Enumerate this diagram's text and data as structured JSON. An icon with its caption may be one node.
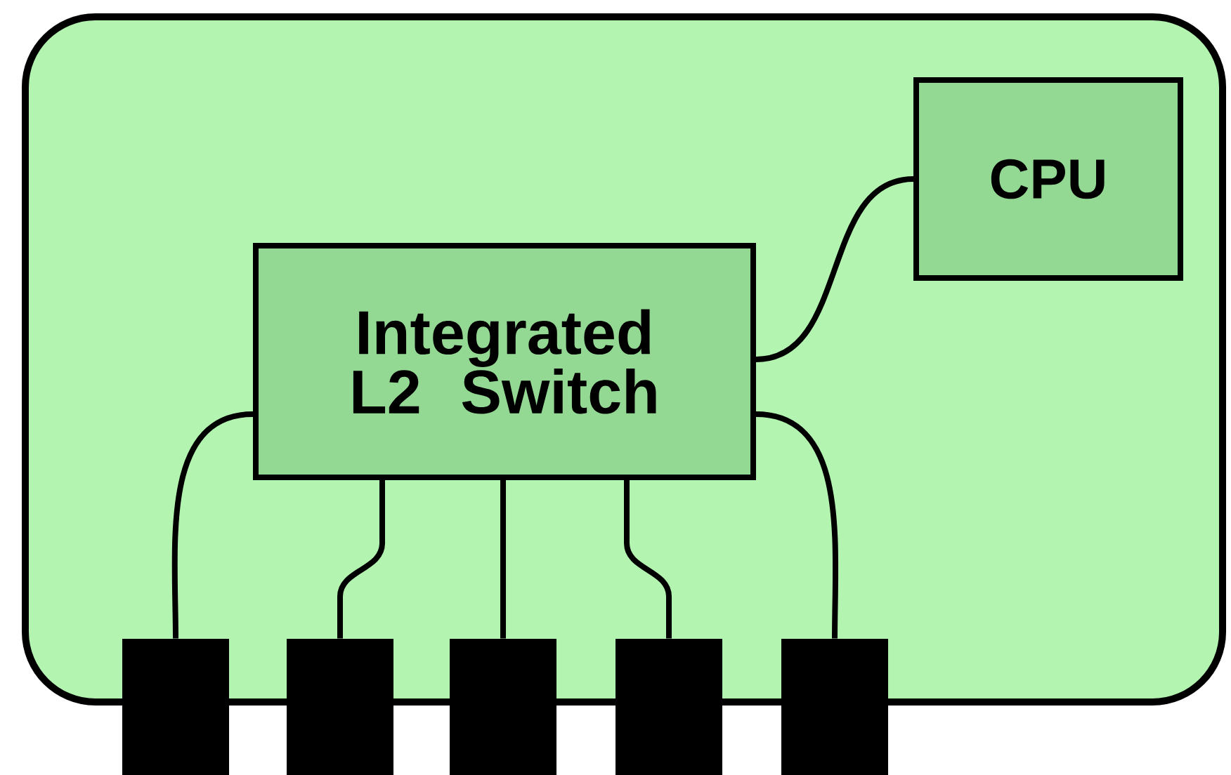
{
  "diagram": {
    "nodes": [
      {
        "text": [],
        "shape": "box"
      },
      {
        "text": [
          "Integrated L2 Switch"
        ],
        "in": 0
      },
      {
        "text": [
          "CPU"
        ],
        "in": 0
      },
      {
        "text": [],
        "shape": "bar"
      },
      {
        "text": [],
        "shape": "bar"
      },
      {
        "text": [],
        "shape": "bar"
      },
      {
        "text": [],
        "shape": "bar"
      },
      {
        "text": [],
        "shape": "bar"
      }
    ],
    "edges": [
      {
        "from": 1,
        "to": 2,
        "arrow": "none"
      },
      {
        "from": 1,
        "to": 3,
        "arrow": "none"
      },
      {
        "from": 1,
        "to": 4,
        "arrow": "none"
      },
      {
        "from": 1,
        "to": 5,
        "arrow": "none"
      },
      {
        "from": 1,
        "to": 6,
        "arrow": "none"
      },
      {
        "from": 1,
        "to": 7,
        "arrow": "none"
      }
    ]
  }
}
